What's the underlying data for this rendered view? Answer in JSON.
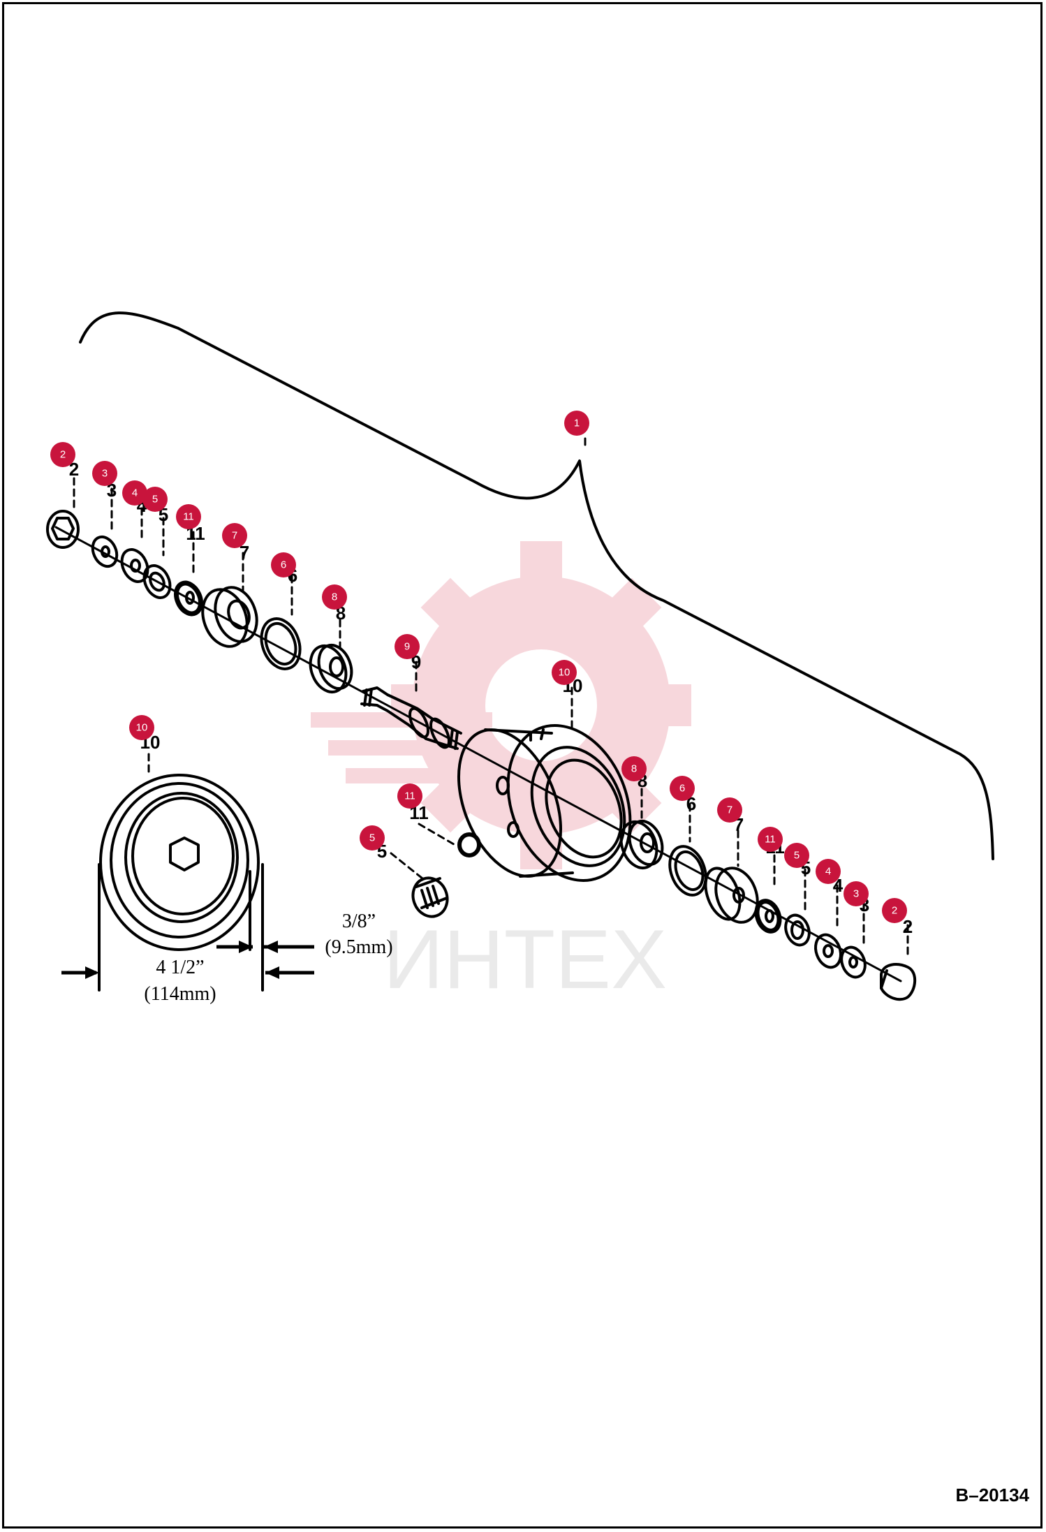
{
  "reference_code": "B–20134",
  "watermark_text": "ИНТЕХ",
  "badge_color": "#c8143c",
  "dimensions": {
    "width_in": "4 1/2”",
    "width_mm": "(114mm)",
    "flange_in": "3/8”",
    "flange_mm": "(9.5mm)"
  },
  "callouts": [
    {
      "id": "1",
      "label": "1"
    },
    {
      "id": "2a",
      "label": "2"
    },
    {
      "id": "3a",
      "label": "3"
    },
    {
      "id": "4a",
      "label": "4"
    },
    {
      "id": "5a",
      "label": "5"
    },
    {
      "id": "11a",
      "label": "11"
    },
    {
      "id": "7a",
      "label": "7"
    },
    {
      "id": "6a",
      "label": "6"
    },
    {
      "id": "8a",
      "label": "8"
    },
    {
      "id": "9",
      "label": "9"
    },
    {
      "id": "10a",
      "label": "10"
    },
    {
      "id": "10b",
      "label": "10"
    },
    {
      "id": "11b",
      "label": "11"
    },
    {
      "id": "5b",
      "label": "5"
    },
    {
      "id": "8b",
      "label": "8"
    },
    {
      "id": "6b",
      "label": "6"
    },
    {
      "id": "7b",
      "label": "7"
    },
    {
      "id": "11c",
      "label": "11"
    },
    {
      "id": "5c",
      "label": "5"
    },
    {
      "id": "4b",
      "label": "4"
    },
    {
      "id": "3b",
      "label": "3"
    },
    {
      "id": "2b",
      "label": "2"
    }
  ]
}
